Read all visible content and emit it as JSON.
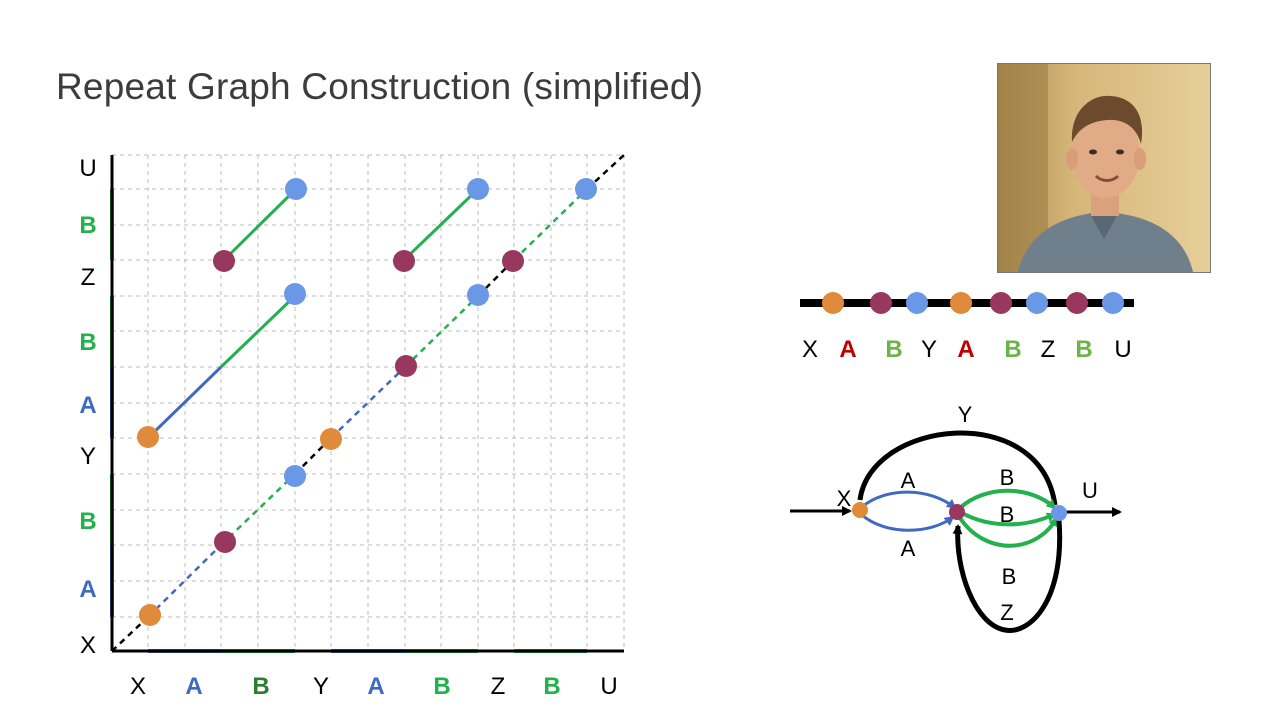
{
  "slide": {
    "title": "Repeat Graph Construction (simplified)"
  },
  "colors": {
    "orange": "#e08a3b",
    "purple": "#98385f",
    "blue_dot": "#6a98e6",
    "green_line": "#22b14c",
    "blue_line": "#4169bd",
    "green_text": "#22b14c",
    "dark_green_text": "#2e7d32",
    "blue_text": "#3e6bbf",
    "red_text": "#c00000",
    "light_green_text": "#6cb34a"
  },
  "dotplot": {
    "x_labels": [
      {
        "text": "X",
        "color": "black"
      },
      {
        "text": "A",
        "color": "blue_text"
      },
      {
        "text": "B",
        "color": "dark_green_text"
      },
      {
        "text": "Y",
        "color": "black"
      },
      {
        "text": "A",
        "color": "blue_text"
      },
      {
        "text": "B",
        "color": "green_text"
      },
      {
        "text": "Z",
        "color": "black"
      },
      {
        "text": "B",
        "color": "green_text"
      },
      {
        "text": "U",
        "color": "black"
      }
    ],
    "y_labels": [
      {
        "text": "X",
        "color": "black"
      },
      {
        "text": "A",
        "color": "blue_text"
      },
      {
        "text": "B",
        "color": "green_text"
      },
      {
        "text": "Y",
        "color": "black"
      },
      {
        "text": "A",
        "color": "blue_text"
      },
      {
        "text": "B",
        "color": "green_text"
      },
      {
        "text": "Z",
        "color": "black"
      },
      {
        "text": "B",
        "color": "green_text"
      },
      {
        "text": "U",
        "color": "black"
      }
    ]
  },
  "sequence": {
    "labels": [
      {
        "text": "X",
        "color": "black"
      },
      {
        "text": "A",
        "color": "red_text"
      },
      {
        "text": "B",
        "color": "light_green_text"
      },
      {
        "text": "Y",
        "color": "black"
      },
      {
        "text": "A",
        "color": "red_text"
      },
      {
        "text": "B",
        "color": "light_green_text"
      },
      {
        "text": "Z",
        "color": "black"
      },
      {
        "text": "B",
        "color": "light_green_text"
      },
      {
        "text": "U",
        "color": "black"
      }
    ],
    "dots": [
      "orange",
      "purple",
      "blue_dot",
      "orange",
      "purple",
      "blue_dot",
      "purple",
      "blue_dot"
    ]
  },
  "graph": {
    "edge_labels": {
      "y_top": "Y",
      "x_in": "X",
      "a_top": "A",
      "a_bottom": "A",
      "b_top": "B",
      "b_mid": "B",
      "b_low": "B",
      "z_loop": "Z",
      "u_out": "U"
    }
  }
}
